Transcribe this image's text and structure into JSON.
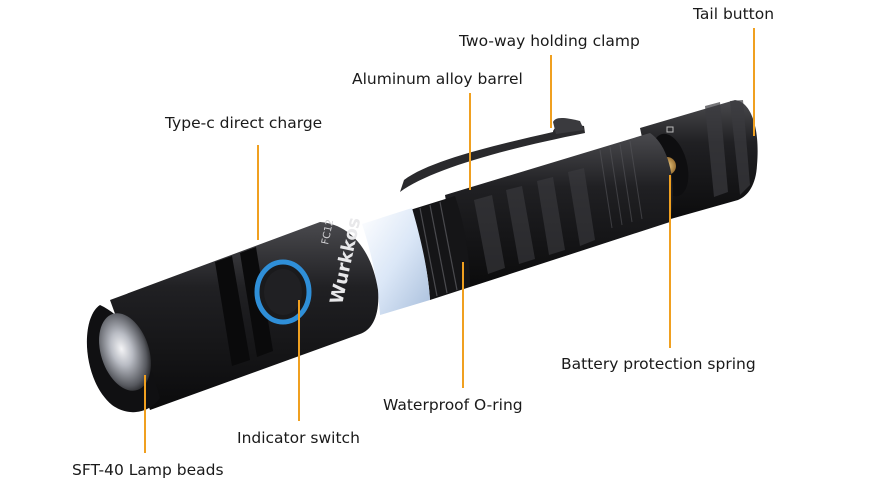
{
  "labels": {
    "tail_button": "Tail button",
    "holding_clamp": "Two-way holding clamp",
    "barrel": "Aluminum alloy barrel",
    "type_c": "Type-c direct charge",
    "battery_spring": "Battery protection spring",
    "o_ring": "Waterproof O-ring",
    "indicator_switch": "Indicator switch",
    "lamp_beads": "SFT-40 Lamp beads"
  },
  "product": {
    "brand": "Wurkkos",
    "model": "FC12"
  },
  "colors": {
    "leader_line": "#f0a020",
    "body": "#1c1c1e",
    "switch_ring": "#2f8fd8",
    "diffuser": "#dfe9f6",
    "brass": "#c89a4a"
  }
}
